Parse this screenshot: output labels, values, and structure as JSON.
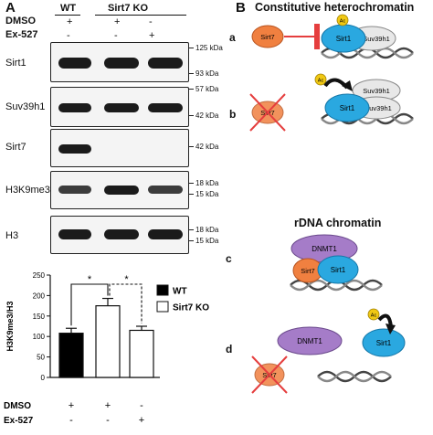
{
  "panel_a": {
    "letter": "A",
    "header": {
      "wt": "WT",
      "ko": "Sirt7 KO",
      "dmso_label": "DMSO",
      "ex_label": "Ex-527",
      "dmso_signs": [
        "+",
        "+",
        "-"
      ],
      "ex_signs": [
        "-",
        "-",
        "+"
      ]
    },
    "blots": [
      {
        "name": "Sirt1",
        "kda": [
          "125 kDa",
          "93 kDa"
        ]
      },
      {
        "name": "Suv39h1",
        "kda": [
          "57 kDa",
          "42 kDa"
        ]
      },
      {
        "name": "Sirt7",
        "kda": [
          "42 kDa"
        ]
      },
      {
        "name": "H3K9me3",
        "kda": [
          "18 kDa",
          "15 kDa"
        ]
      },
      {
        "name": "H3",
        "kda": [
          "18 kDa",
          "15 kDa"
        ]
      }
    ]
  },
  "chart_data": {
    "type": "bar",
    "categories": [
      "WT DMSO",
      "Sirt7 KO DMSO",
      "Sirt7 KO Ex-527"
    ],
    "values": [
      108,
      175,
      115
    ],
    "errors": [
      12,
      18,
      10
    ],
    "colors": [
      "#000000",
      "#ffffff",
      "#ffffff"
    ],
    "ylabel": "H3K9me3/H3",
    "ylim": [
      0,
      250
    ],
    "yticks": [
      "0",
      "50",
      "100",
      "150",
      "200",
      "250"
    ],
    "legend": [
      {
        "label": "WT",
        "color": "#000000"
      },
      {
        "label": "Sirt7 KO",
        "color": "#ffffff"
      }
    ],
    "significance": [
      "*",
      "*"
    ],
    "x_rows": [
      {
        "label": "DMSO",
        "signs": [
          "+",
          "+",
          "-"
        ]
      },
      {
        "label": "Ex-527",
        "signs": [
          "-",
          "-",
          "+"
        ]
      }
    ]
  },
  "panel_b": {
    "letter": "B",
    "title_top": "Constitutive heterochromatin",
    "title_mid": "rDNA chromatin",
    "rows": [
      "a",
      "b",
      "c",
      "d"
    ],
    "labels": {
      "sirt7": "Sirt7",
      "sirt1": "Sirt1",
      "suv39h1": "Suv39h1",
      "dnmt1": "DNMT1",
      "ac": "Ac"
    },
    "colors": {
      "sirt7": "#f08040",
      "sirt1": "#2aa8e0",
      "suv": "#e6e6e6",
      "dnmt": "#a57cc8",
      "cross": "#e53e3e",
      "inhibit": "#e53e3e",
      "ac_badge": "#f0c814"
    }
  }
}
